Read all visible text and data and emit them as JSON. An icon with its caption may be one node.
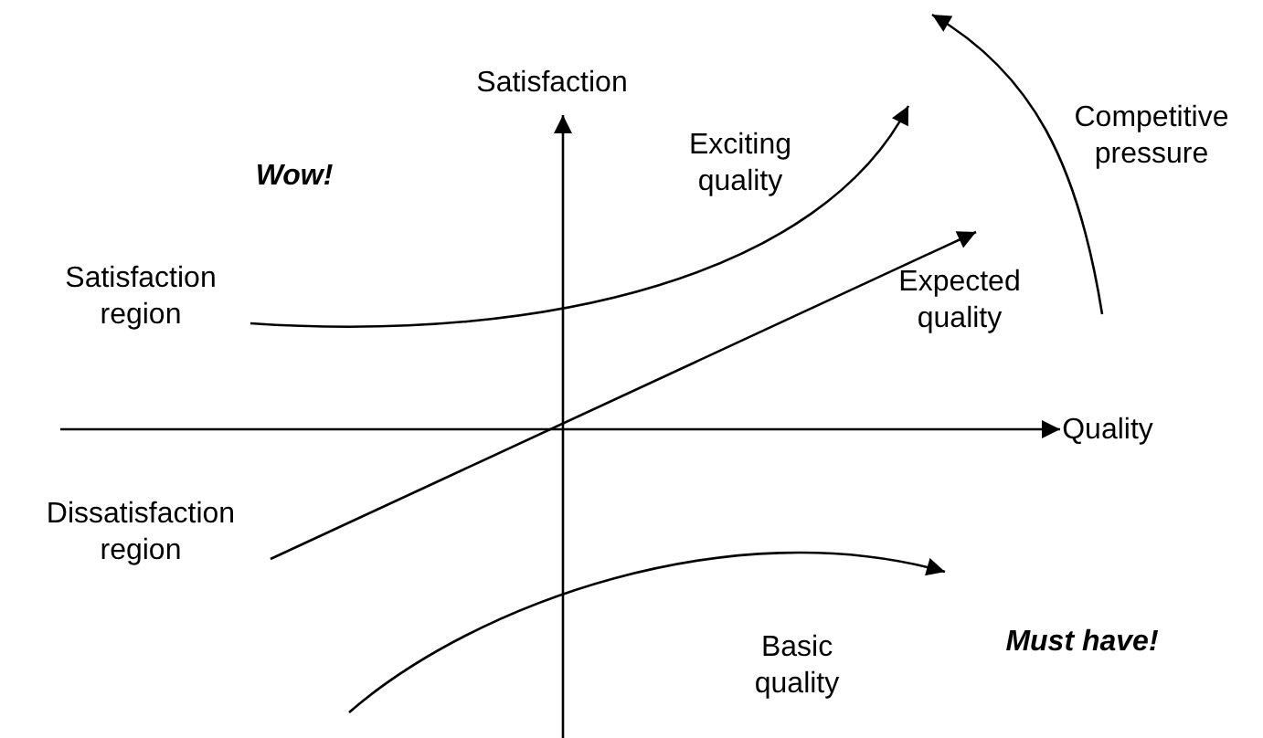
{
  "diagram": {
    "labels": [
      "Satisfaction",
      "Exciting quality",
      "Competitive pressure",
      "Wow!",
      "Satisfaction region",
      "Expected quality",
      "Quality",
      "Dissatisfaction region",
      "Basic quality",
      "Must have!"
    ]
  }
}
